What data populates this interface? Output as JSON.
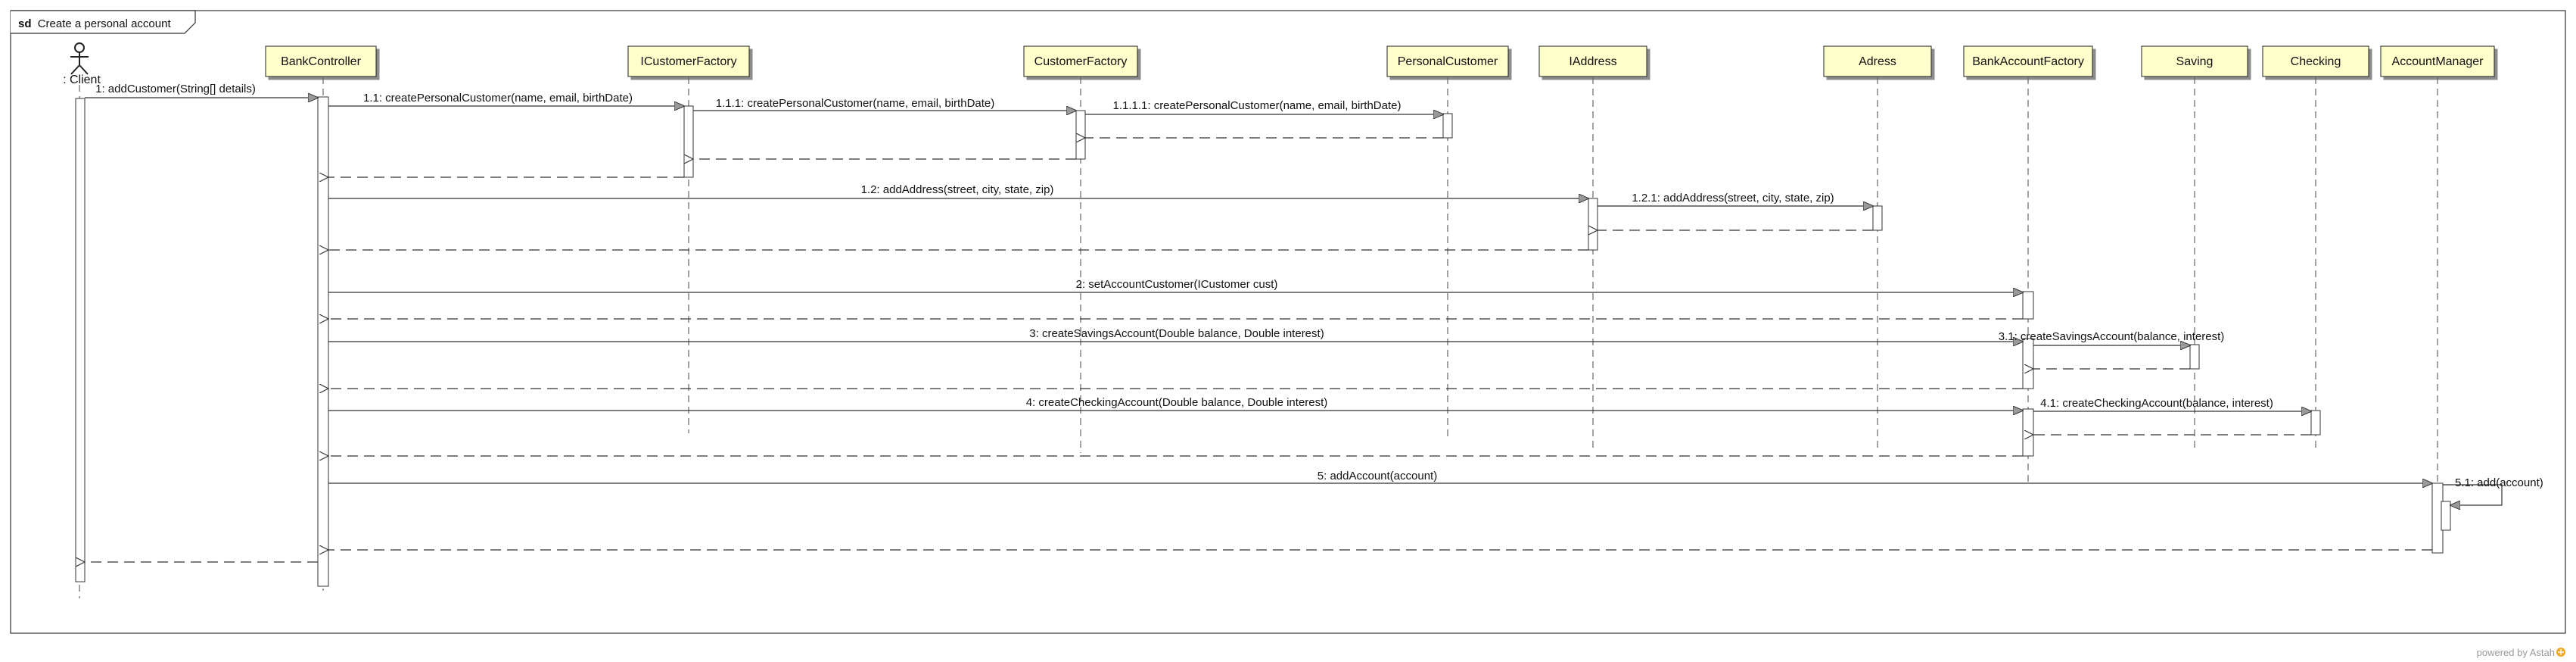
{
  "frame": {
    "keyword": "sd",
    "title": "Create a personal account"
  },
  "actor": {
    "name": ": Client"
  },
  "participants": [
    {
      "id": "bc",
      "name": "BankController"
    },
    {
      "id": "icf",
      "name": "ICustomerFactory"
    },
    {
      "id": "cf",
      "name": "CustomerFactory"
    },
    {
      "id": "pc",
      "name": "PersonalCustomer"
    },
    {
      "id": "ia",
      "name": "IAddress"
    },
    {
      "id": "ad",
      "name": "Adress"
    },
    {
      "id": "baf",
      "name": "BankAccountFactory"
    },
    {
      "id": "sv",
      "name": "Saving"
    },
    {
      "id": "ch",
      "name": "Checking"
    },
    {
      "id": "am",
      "name": "AccountManager"
    }
  ],
  "messages": [
    {
      "label": "1: addCustomer(String[] details)"
    },
    {
      "label": "1.1: createPersonalCustomer(name, email, birthDate)"
    },
    {
      "label": "1.1.1: createPersonalCustomer(name, email, birthDate)"
    },
    {
      "label": "1.1.1.1: createPersonalCustomer(name, email, birthDate)"
    },
    {
      "label": "1.2: addAddress(street, city, state, zip)"
    },
    {
      "label": "1.2.1: addAddress(street, city, state, zip)"
    },
    {
      "label": "2: setAccountCustomer(ICustomer cust)"
    },
    {
      "label": "3: createSavingsAccount(Double balance, Double interest)"
    },
    {
      "label": "3.1: createSavingsAccount(balance, interest)"
    },
    {
      "label": "4: createCheckingAccount(Double balance, Double interest)"
    },
    {
      "label": "4.1: createCheckingAccount(balance, interest)"
    },
    {
      "label": "5: addAccount(account)"
    },
    {
      "label": "5.1: add(account)"
    }
  ],
  "footer": {
    "text": "powered by Astah"
  },
  "colors": {
    "participant_fill": "#ffffcc",
    "line": "#333333",
    "lifeline": "#666666"
  }
}
